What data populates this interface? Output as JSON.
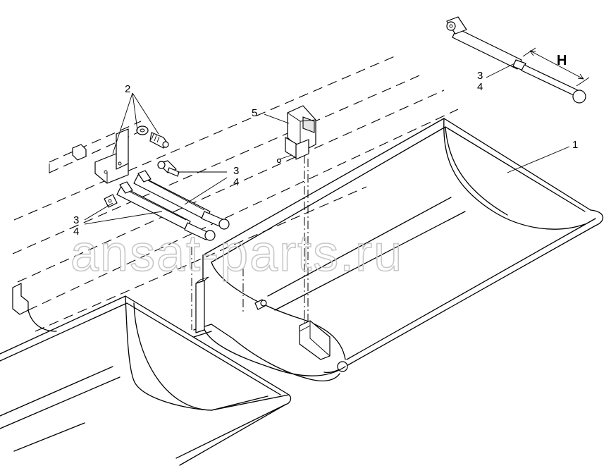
{
  "watermark": "ansat-parts.ru",
  "callouts": {
    "item_1": "1",
    "item_2": "2",
    "item_3_top": "3",
    "item_4_top": "4",
    "item_3_mid": "3",
    "item_4_mid": "4",
    "item_3_left": "3",
    "item_4_left": "4",
    "item_5": "5"
  },
  "dimension_label": "H"
}
